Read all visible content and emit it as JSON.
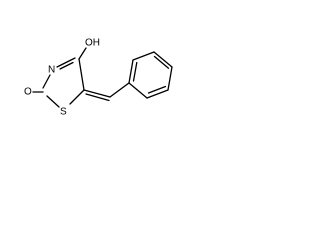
{
  "molecule": {
    "atoms": {
      "oh": "OH",
      "n": "N",
      "o": "O",
      "s": "S"
    }
  }
}
